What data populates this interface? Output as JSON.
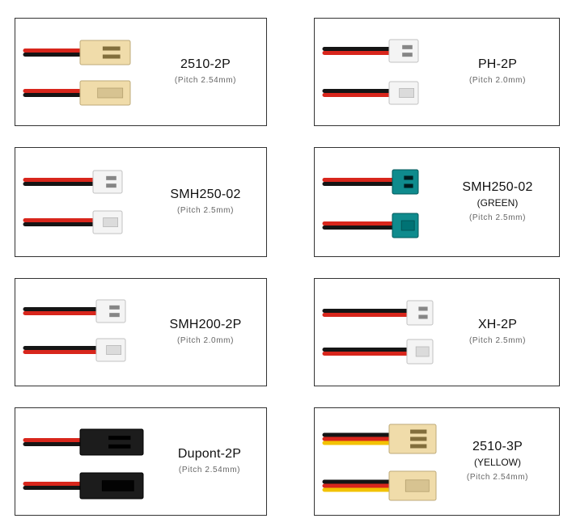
{
  "colors": {
    "wire_red": "#d8261c",
    "wire_black": "#151515",
    "wire_yellow": "#f2c200",
    "housing_beige": "#f0dcaa",
    "housing_white": "#f4f4f4",
    "housing_teal": "#0f8b8d",
    "housing_black": "#1c1c1c",
    "border": "#333333"
  },
  "connectors": [
    {
      "name": "2510-2P",
      "sub": "",
      "pitch": "(Pitch 2.54mm)",
      "housing": "housing_beige",
      "pins": 2,
      "wires": [
        "wire_red",
        "wire_black"
      ]
    },
    {
      "name": "PH-2P",
      "sub": "",
      "pitch": "(Pitch 2.0mm)",
      "housing": "housing_white",
      "pins": 2,
      "wires": [
        "wire_black",
        "wire_red"
      ]
    },
    {
      "name": "SMH250-02",
      "sub": "",
      "pitch": "(Pitch 2.5mm)",
      "housing": "housing_white",
      "pins": 2,
      "wires": [
        "wire_red",
        "wire_black"
      ]
    },
    {
      "name": "SMH250-02",
      "sub": "(GREEN)",
      "pitch": "(Pitch 2.5mm)",
      "housing": "housing_teal",
      "pins": 2,
      "wires": [
        "wire_red",
        "wire_black"
      ]
    },
    {
      "name": "SMH200-2P",
      "sub": "",
      "pitch": "(Pitch 2.0mm)",
      "housing": "housing_white",
      "pins": 2,
      "wires": [
        "wire_black",
        "wire_red"
      ]
    },
    {
      "name": "XH-2P",
      "sub": "",
      "pitch": "(Pitch 2.5mm)",
      "housing": "housing_white",
      "pins": 2,
      "wires": [
        "wire_black",
        "wire_red"
      ]
    },
    {
      "name": "Dupont-2P",
      "sub": "",
      "pitch": "(Pitch 2.54mm)",
      "housing": "housing_black",
      "pins": 2,
      "wires": [
        "wire_red",
        "wire_black"
      ]
    },
    {
      "name": "2510-3P",
      "sub": "(YELLOW)",
      "pitch": "(Pitch 2.54mm)",
      "housing": "housing_beige",
      "pins": 3,
      "wires": [
        "wire_black",
        "wire_red",
        "wire_yellow"
      ]
    }
  ]
}
